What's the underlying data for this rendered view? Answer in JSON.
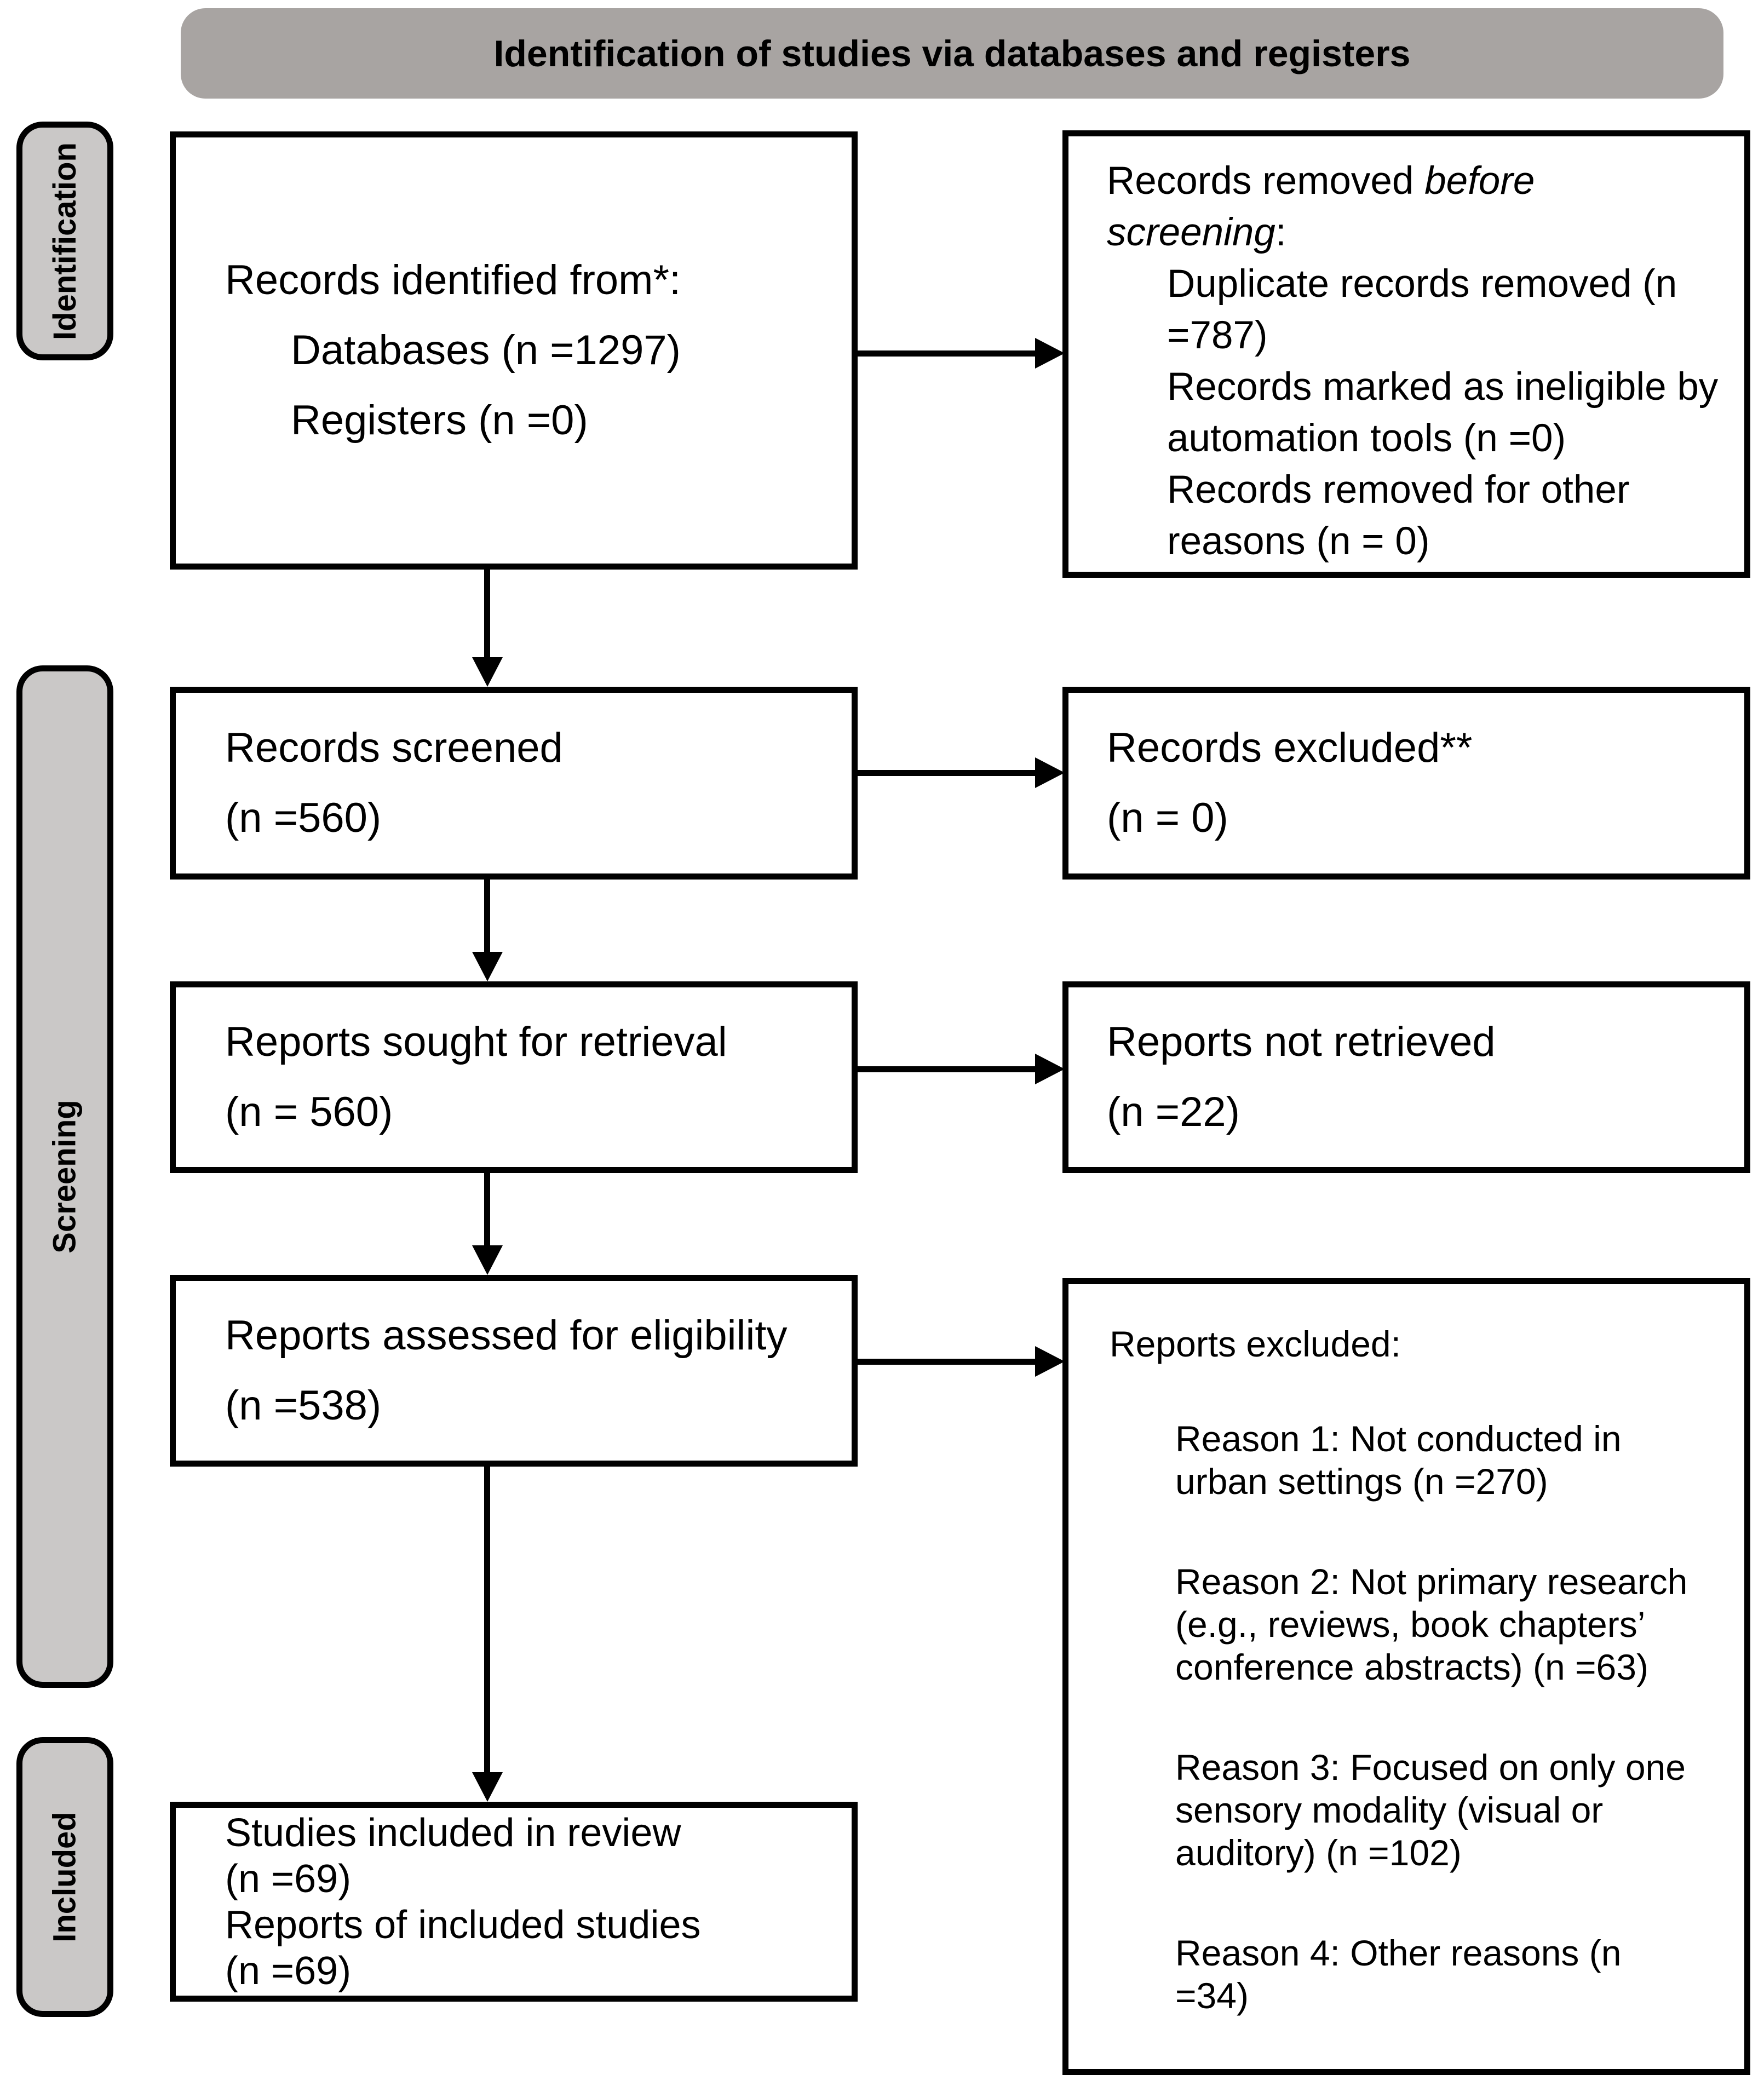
{
  "header": {
    "title": "Identification of studies via databases and registers"
  },
  "stages": {
    "identification": "Identification",
    "screening": "Screening",
    "included": "Included"
  },
  "boxes": {
    "records_identified": {
      "title": "Records identified from*:",
      "items": [
        "Databases (n =1297)",
        "Registers (n =0)"
      ]
    },
    "records_removed": {
      "title_prefix": "Records removed ",
      "title_italic": "before screening",
      "title_suffix": ":",
      "items": [
        "Duplicate records removed (n =787)",
        "Records marked as ineligible by automation tools (n =0)",
        "Records removed for other reasons (n = 0)"
      ]
    },
    "records_screened": {
      "lines": [
        "Records screened",
        "(n =560)"
      ]
    },
    "records_excluded": {
      "lines": [
        "Records excluded**",
        "(n = 0)"
      ]
    },
    "reports_sought": {
      "lines": [
        "Reports sought for retrieval",
        "(n = 560)"
      ]
    },
    "reports_not_retrieved": {
      "lines": [
        "Reports not retrieved",
        "(n =22)"
      ]
    },
    "reports_assessed": {
      "lines": [
        "Reports assessed for eligibility",
        "(n =538)"
      ]
    },
    "reports_excluded": {
      "title": "Reports excluded:",
      "reasons": [
        "Reason 1: Not conducted in urban settings (n =270)",
        "Reason 2: Not primary research (e.g., reviews, book chapters’ conference abstracts) (n =63)",
        "Reason 3: Focused on only one sensory modality (visual or auditory) (n =102)",
        "Reason 4: Other reasons (n =34)"
      ]
    },
    "studies_included": {
      "lines": [
        "Studies included in review",
        "(n =69)",
        "Reports of included studies",
        "(n =69)"
      ]
    }
  },
  "colors": {
    "header_bg": "#a8a4a2",
    "stage_bg": "#cac8c7",
    "box_bg": "#ffffff",
    "border": "#000000",
    "arrow": "#000000"
  }
}
